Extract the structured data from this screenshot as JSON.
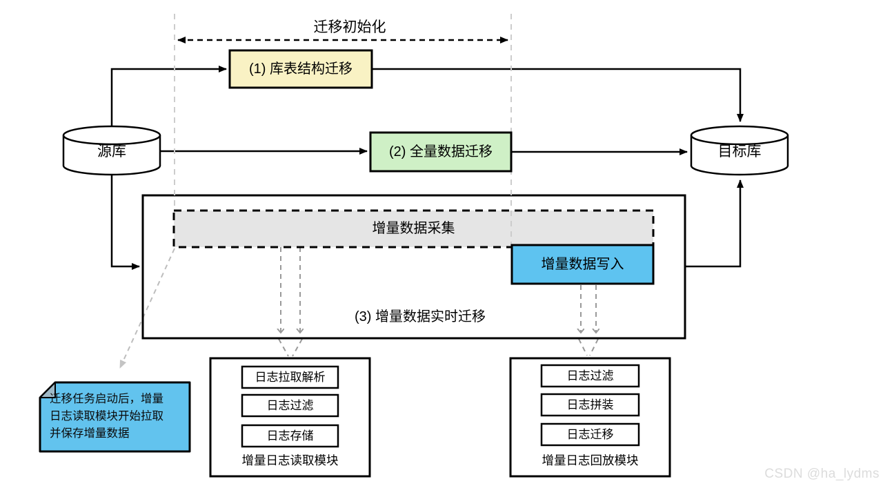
{
  "diagram": {
    "title": "迁移初始化",
    "phase1_label": "(1) 库表结构迁移",
    "phase2_label": "(2) 全量数据迁移",
    "phase3_label": "(3) 增量数据实时迁移",
    "source_db_label": "源库",
    "target_db_label": "目标库",
    "capture_label": "增量数据采集",
    "write_label": "增量数据写入",
    "note": {
      "lines": [
        "迁移任务启动后，增量",
        "日志读取模块开始拉取",
        "并保存增量数据"
      ]
    },
    "reader_module": {
      "steps": [
        "日志拉取解析",
        "日志过滤",
        "日志存储"
      ],
      "caption": "增量日志读取模块"
    },
    "replay_module": {
      "steps": [
        "日志过滤",
        "日志拼装",
        "日志迁移"
      ],
      "caption": "增量日志回放模块"
    },
    "colors": {
      "phase1_fill": "#F9F2C4",
      "phase2_fill": "#CFF0C6",
      "capture_fill": "#E5E5E5",
      "write_fill": "#5EC3F0",
      "note_fill": "#62C3EE",
      "note_fold": "#9FB9C6",
      "line_black": "#000000",
      "guide_gray": "#CCCCCC",
      "dash_gray": "#999999",
      "watermark_gray": "#DCDCDC"
    }
  },
  "watermark": "CSDN @ha_lydms"
}
